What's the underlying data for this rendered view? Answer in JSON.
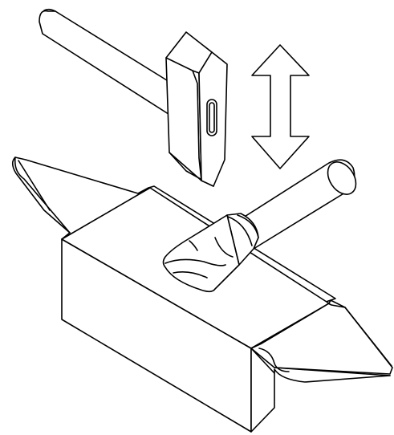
{
  "illustration": {
    "subject": "hammer-striking-workpiece-on-anvil",
    "stroke_color": "#000000",
    "background_color": "#ffffff",
    "parts": [
      "hammer",
      "motion-arrow",
      "anvil",
      "workpiece"
    ]
  }
}
